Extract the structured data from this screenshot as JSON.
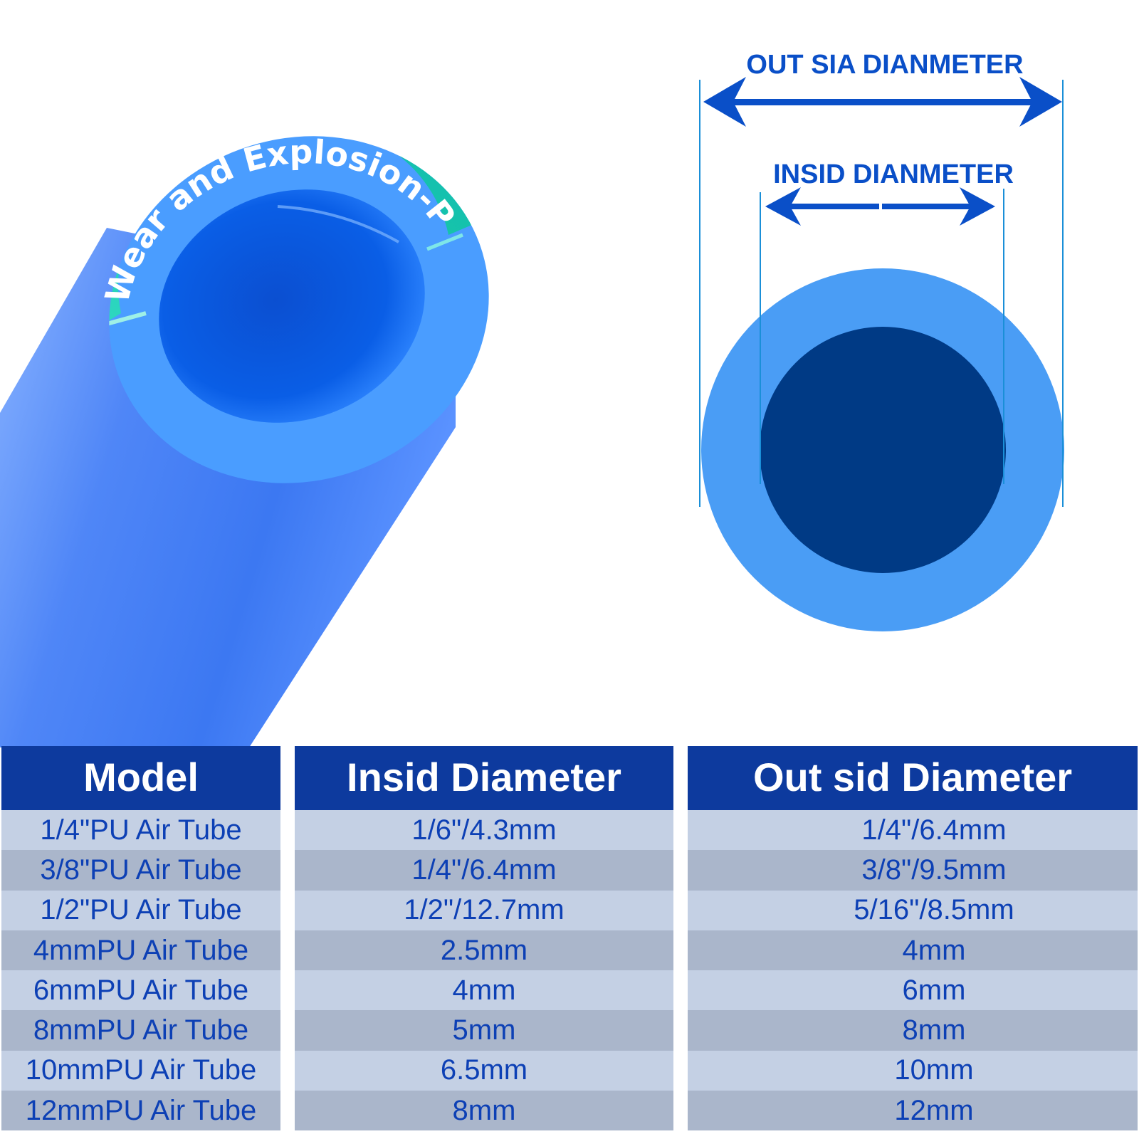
{
  "ring_text": "Wear and Explosion-Proof",
  "outside_label": "OUT SIA DIANMETER",
  "inside_label": "INSID DIANMETER",
  "colors": {
    "tube_body": "#4a82f5",
    "tube_ring": "#4a9dff",
    "tube_bore": "#0a56d8",
    "ring_band": "#19c9a8",
    "cross_outer": "#4a9df5",
    "cross_inner": "#003a85",
    "arrow": "#0a4fc8",
    "table_header": "#0d3a9e",
    "row_light": "#c4d0e4",
    "row_dark": "#aab6cb",
    "cell_text": "#0d40b5"
  },
  "table": {
    "headers": {
      "model": "Model",
      "inside": "Insid Diameter",
      "outside": "Out sid Diameter"
    },
    "rows": [
      {
        "model": "1/4\"PU Air Tube",
        "inside": "1/6\"/4.3mm",
        "outside": "1/4\"/6.4mm"
      },
      {
        "model": "3/8\"PU Air Tube",
        "inside": "1/4\"/6.4mm",
        "outside": "3/8\"/9.5mm"
      },
      {
        "model": "1/2\"PU Air Tube",
        "inside": "1/2\"/12.7mm",
        "outside": "5/16\"/8.5mm"
      },
      {
        "model": "4mmPU Air Tube",
        "inside": "2.5mm",
        "outside": "4mm"
      },
      {
        "model": "6mmPU Air Tube",
        "inside": "4mm",
        "outside": "6mm"
      },
      {
        "model": "8mmPU Air Tube",
        "inside": "5mm",
        "outside": "8mm"
      },
      {
        "model": "10mmPU Air Tube",
        "inside": "6.5mm",
        "outside": "10mm"
      },
      {
        "model": "12mmPU Air Tube",
        "inside": "8mm",
        "outside": "12mm"
      }
    ]
  }
}
